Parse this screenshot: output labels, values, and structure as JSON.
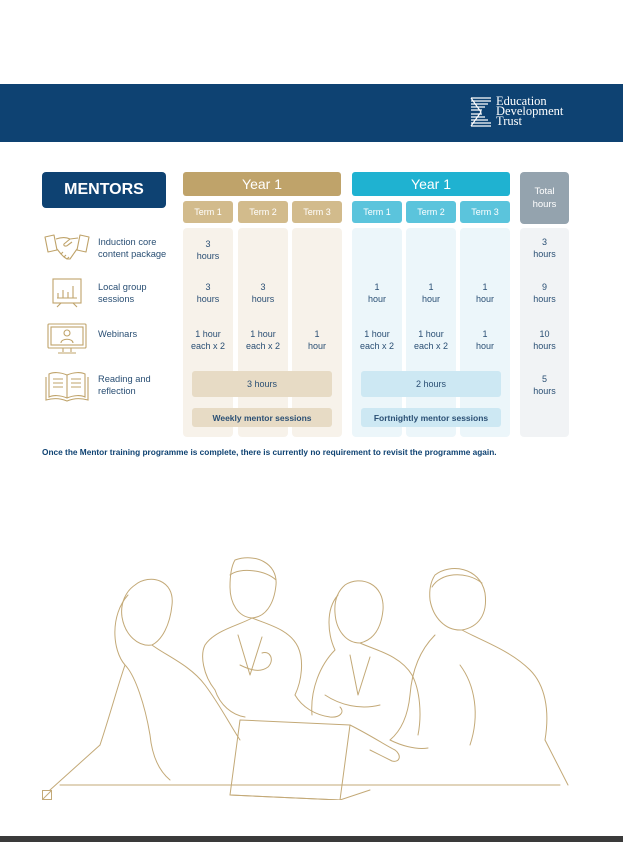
{
  "brand": {
    "line1": "Education",
    "line2": "Development",
    "line3": "Trust",
    "color": "#0e4272"
  },
  "table": {
    "title": "MENTORS",
    "year_a": "Year 1",
    "year_b": "Year 1",
    "total_header_line1": "Total",
    "total_header_line2": "hours",
    "terms": [
      "Term 1",
      "Term 2",
      "Term 3",
      "Term 1",
      "Term 2",
      "Term 3"
    ],
    "rows": [
      {
        "label_line1": "Induction core",
        "label_line2": "content package",
        "icon": "handshake-icon",
        "cells": [
          [
            "3",
            "hours"
          ],
          [
            "",
            ""
          ],
          [
            "",
            ""
          ],
          [
            "",
            ""
          ],
          [
            "",
            ""
          ],
          [
            "",
            ""
          ]
        ],
        "total": [
          "3",
          "hours"
        ]
      },
      {
        "label_line1": "Local group",
        "label_line2": "sessions",
        "icon": "presentation-chart-icon",
        "cells": [
          [
            "3",
            "hours"
          ],
          [
            "3",
            "hours"
          ],
          [
            "",
            ""
          ],
          [
            "1",
            "hour"
          ],
          [
            "1",
            "hour"
          ],
          [
            "1",
            "hour"
          ]
        ],
        "total": [
          "9",
          "hours"
        ]
      },
      {
        "label_line1": "Webinars",
        "label_line2": "",
        "icon": "monitor-person-icon",
        "cells": [
          [
            "1 hour",
            "each x 2"
          ],
          [
            "1 hour",
            "each x 2"
          ],
          [
            "1",
            "hour"
          ],
          [
            "1 hour",
            "each x 2"
          ],
          [
            "1 hour",
            "each x 2"
          ],
          [
            "1",
            "hour"
          ]
        ],
        "total": [
          "10",
          "hours"
        ]
      },
      {
        "label_line1": "Reading and",
        "label_line2": "reflection",
        "icon": "open-book-icon",
        "span_a": "3 hours",
        "span_b": "2 hours",
        "total": [
          "5",
          "hours"
        ]
      }
    ],
    "session_a": "Weekly mentor sessions",
    "session_b": "Fortnightly mentor sessions"
  },
  "note": "Once the Mentor training programme is complete, there is currently no requirement to revisit the programme again.",
  "colors": {
    "navy": "#0e4272",
    "gold": "#bfa36a",
    "cyan": "#1fb2d1",
    "grey": "#94a3ae"
  }
}
